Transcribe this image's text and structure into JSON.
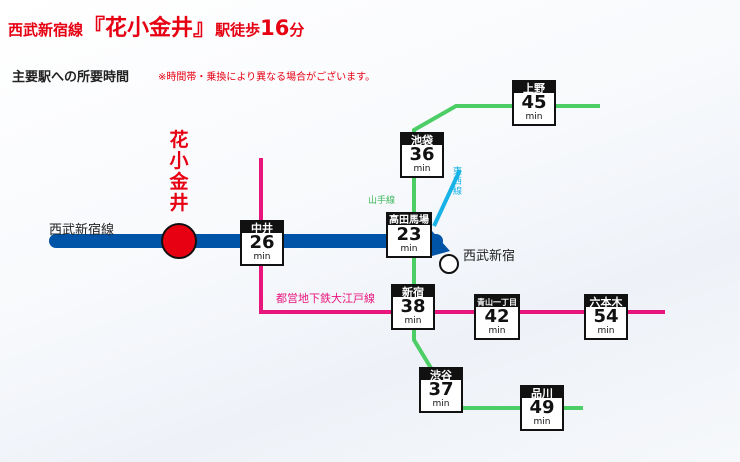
{
  "header": {
    "line": "西武新宿線",
    "bracket_open": "『",
    "station": "花小金井",
    "bracket_close": "』",
    "walk_prefix": "駅徒歩",
    "walk_min": "16",
    "walk_unit": "分"
  },
  "subtitle": "主要駅への所要時間",
  "note": "※時間帯・乗換により異なる場合がございます。",
  "origin": {
    "name": "花小金井"
  },
  "line_labels": {
    "seibu": "西武新宿線",
    "yamanote": "山手線",
    "tozai": "東西線",
    "oedo": "都営地下鉄大江戸線",
    "seibu_shinjuku": "西武新宿"
  },
  "stations": [
    {
      "name": "上野",
      "minutes": "45",
      "unit": "min"
    },
    {
      "name": "池袋",
      "minutes": "36",
      "unit": "min"
    },
    {
      "name": "中井",
      "minutes": "26",
      "unit": "min"
    },
    {
      "name": "高田馬場",
      "minutes": "23",
      "unit": "min"
    },
    {
      "name": "新宿",
      "minutes": "38",
      "unit": "min"
    },
    {
      "name": "青山一丁目",
      "minutes": "42",
      "unit": "min"
    },
    {
      "name": "六本木",
      "minutes": "54",
      "unit": "min"
    },
    {
      "name": "渋谷",
      "minutes": "37",
      "unit": "min"
    },
    {
      "name": "品川",
      "minutes": "49",
      "unit": "min"
    }
  ],
  "colors": {
    "seibu": "#0054a7",
    "yamanote": "#4ccd66",
    "oedo": "#e8157c",
    "tozai": "#17b3e6",
    "origin": "#e60012"
  }
}
